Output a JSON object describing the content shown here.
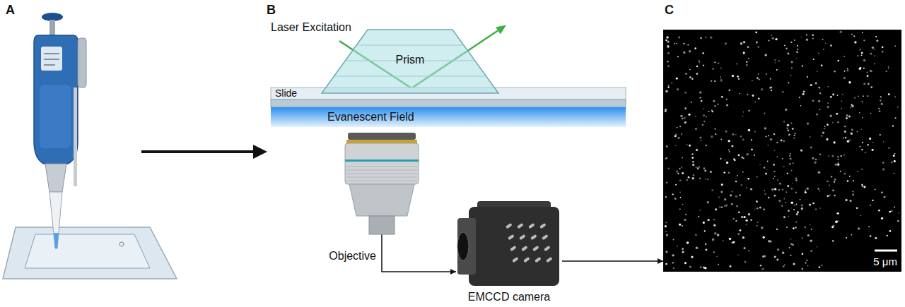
{
  "diagram": {
    "nodes": [
      {
        "text": [
          "Slide"
        ]
      },
      {
        "text": [
          "Prism"
        ]
      },
      {
        "text": [
          "Evanescent Field"
        ]
      },
      {
        "text": [
          "Objective"
        ]
      },
      {
        "text": [
          "EMCCD camera"
        ]
      },
      {
        "text": [
          "5 μm"
        ]
      }
    ],
    "edges": [
      {
        "from": 3,
        "to": 4,
        "arrow": "to"
      },
      {
        "from": 4,
        "to": 5,
        "arrow": "to"
      }
    ],
    "labels": [
      "A",
      "B",
      "C",
      "Laser Excitation"
    ]
  }
}
